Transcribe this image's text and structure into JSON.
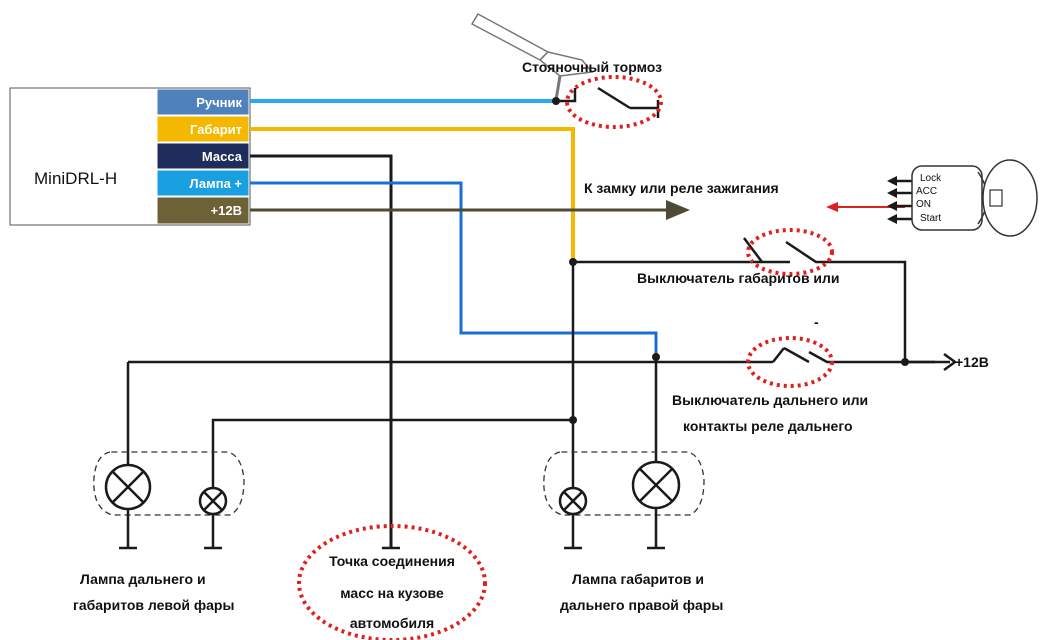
{
  "device": {
    "name": "MiniDRL-H",
    "pins": [
      {
        "label": "Ручник",
        "color": "#4f81bd"
      },
      {
        "label": "Габарит",
        "color": "#f5b800"
      },
      {
        "label": "Масса",
        "color": "#1f2d5c"
      },
      {
        "label": "Лампа +",
        "color": "#1a9fe0"
      },
      {
        "label": "+12В",
        "color": "#6d6138"
      }
    ]
  },
  "wire_colors": {
    "handbrake": "#29aaf0",
    "parking_lights": "#f5b800",
    "ground": "#1a1a1a",
    "lamp_plus": "#1a6fd6",
    "power": "#4f4a33"
  },
  "labels": {
    "parking_brake": "Стояночный тормоз",
    "ignition": "К замку или реле зажигания",
    "parking_switch": "Выключатель габаритов или",
    "high_beam_switch_line1": "Выключатель дальнего или",
    "high_beam_switch_line2": "контакты реле дальнего",
    "plus12": "+12В",
    "left_headlight_line1": "Лампа дальнего и",
    "left_headlight_line2": "габаритов левой фары",
    "ground_point_line1": "Точка соединения",
    "ground_point_line2": "масс на кузове",
    "ground_point_line3": "автомобиля",
    "right_headlight_line1": "Лампа габаритов и",
    "right_headlight_line2": "дальнего правой фары",
    "dash": "-"
  },
  "ignition_positions": [
    "Lock",
    "ACC",
    "ON",
    "Start"
  ],
  "highlight_color": "#e0201c"
}
